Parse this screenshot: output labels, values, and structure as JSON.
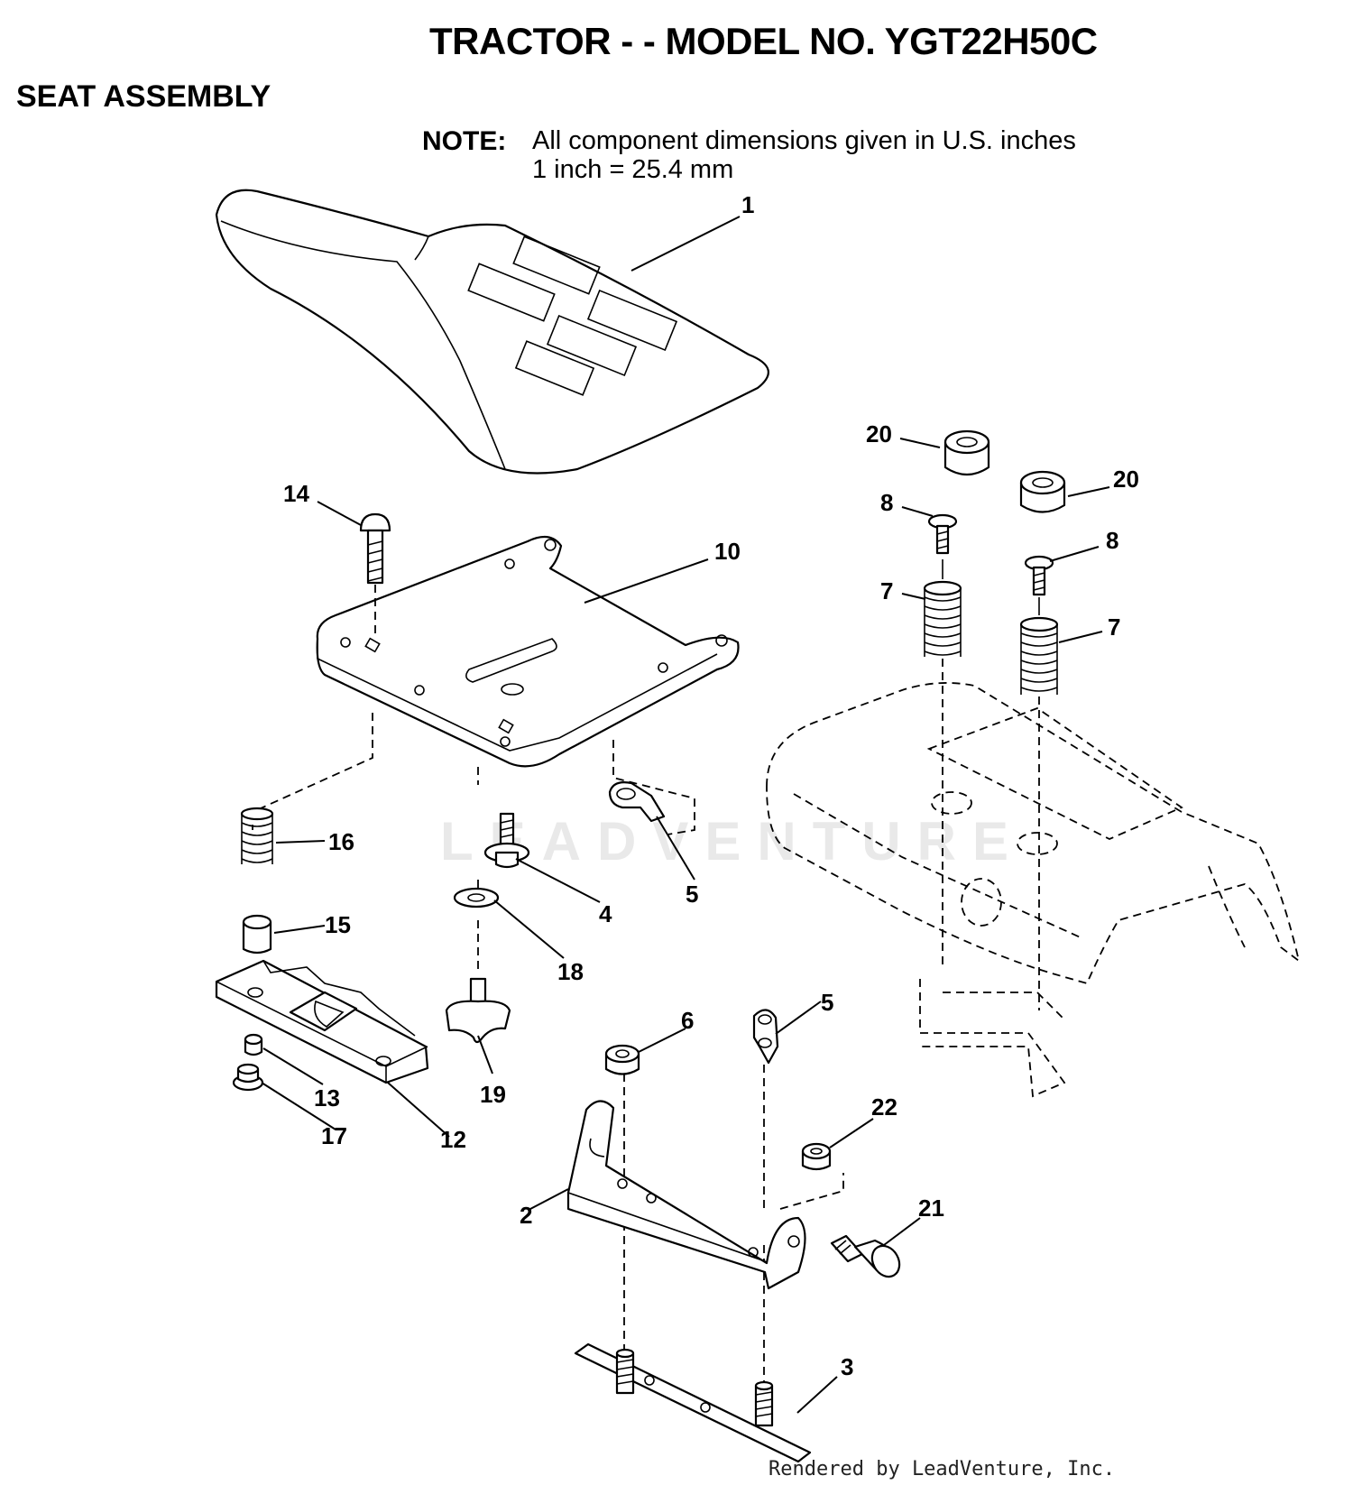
{
  "header": {
    "title": "TRACTOR - - MODEL NO. YGT22H50C",
    "section": "SEAT ASSEMBLY",
    "note_label": "NOTE:",
    "note_line1": "All component dimensions given in U.S. inches",
    "note_line2": "1 inch = 25.4 mm"
  },
  "watermark": "LEADVENTURE",
  "footer": "Rendered by LeadVenture, Inc.",
  "callouts": {
    "c1": "1",
    "c2": "2",
    "c3": "3",
    "c4": "4",
    "c5a": "5",
    "c5b": "5",
    "c6": "6",
    "c7a": "7",
    "c7b": "7",
    "c8a": "8",
    "c8b": "8",
    "c10": "10",
    "c12": "12",
    "c13": "13",
    "c14": "14",
    "c15": "15",
    "c16": "16",
    "c17": "17",
    "c18": "18",
    "c19": "19",
    "c20a": "20",
    "c20b": "20",
    "c21": "21",
    "c22": "22"
  }
}
